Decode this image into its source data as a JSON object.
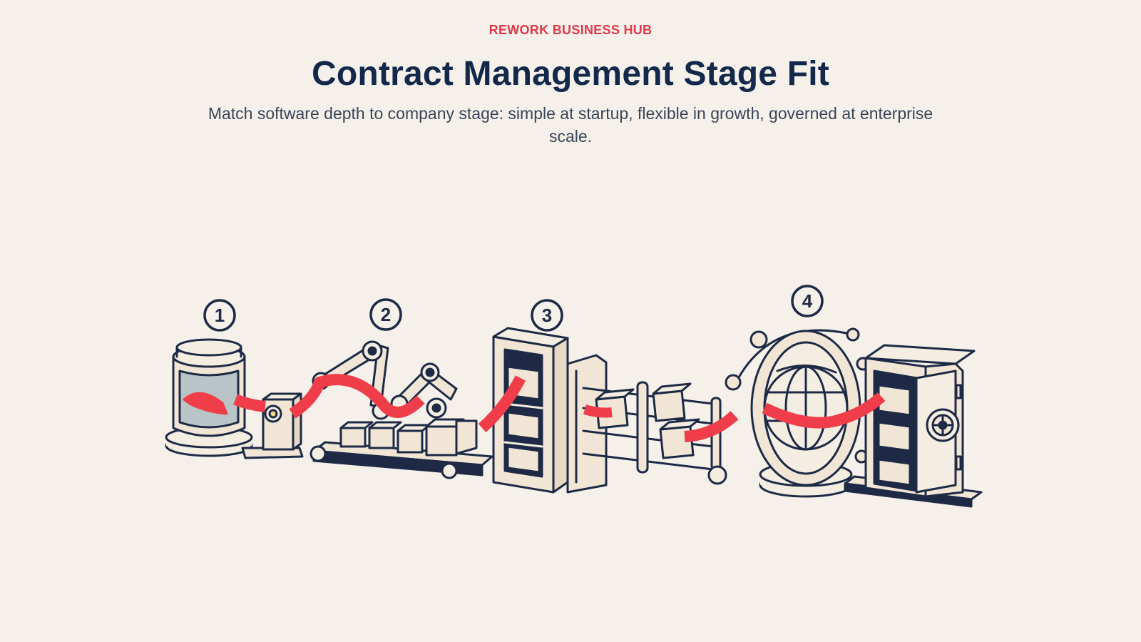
{
  "header": {
    "kicker": "REWORK BUSINESS HUB",
    "title": "Contract Management Stage Fit",
    "subtitle": "Match software depth to company stage: simple at startup, flexible in growth, governed at enterprise scale."
  },
  "stages": [
    {
      "number": "1",
      "icon": "capsule-machine-icon"
    },
    {
      "number": "2",
      "icon": "robotic-arm-conveyor-icon"
    },
    {
      "number": "3",
      "icon": "shelving-rack-icon"
    },
    {
      "number": "4",
      "icon": "globe-vault-icon"
    }
  ],
  "colors": {
    "accent": "#e0394a",
    "ribbon": "#ef3e4a",
    "ink": "#1e2a45",
    "title": "#13284a",
    "background": "#f5f1ea",
    "box_fill": "#f1e6d6"
  }
}
